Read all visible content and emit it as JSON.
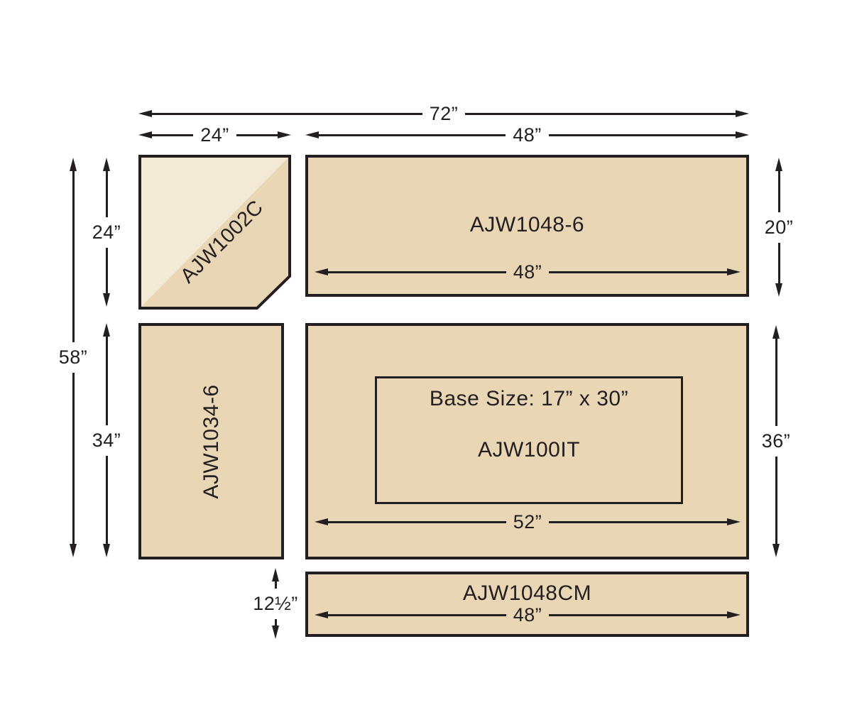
{
  "diagram": {
    "pieces": {
      "corner": {
        "label": "AJW1002C"
      },
      "hutch": {
        "label": "AJW1048-6"
      },
      "left_panel": {
        "label": "AJW1034-6"
      },
      "island": {
        "label": "AJW100IT",
        "base_size": "Base Size: 17” x 30”"
      },
      "cm": {
        "label": "AJW1048CM"
      }
    },
    "dims": {
      "overall_width": "72”",
      "corner_width": "24”",
      "hutch_width": "48”",
      "overall_height": "58”",
      "corner_height": "24”",
      "left_height": "34”",
      "hutch_height": "20”",
      "island_height": "36”",
      "hutch_inner_width": "48”",
      "island_width": "52”",
      "cm_width": "48”",
      "cm_height": "12½”"
    },
    "colors": {
      "fill": "#e9d6b4",
      "highlight": "#f3ead6",
      "line": "#231f20"
    }
  }
}
